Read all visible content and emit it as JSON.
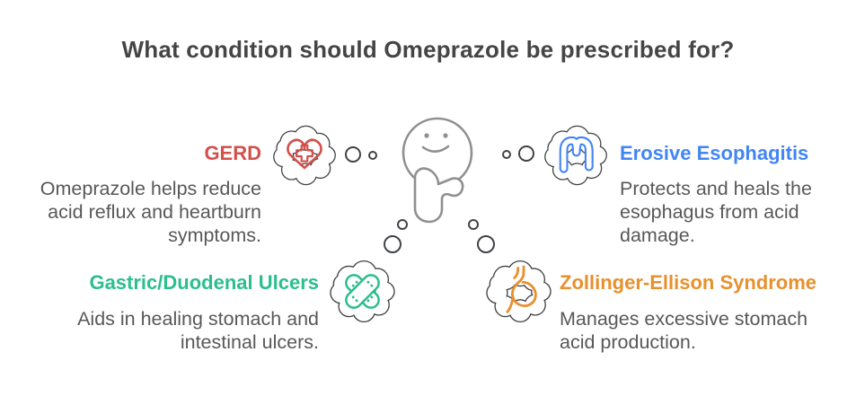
{
  "title": "What condition should Omeprazole be prescribed for?",
  "center": {
    "icon": "thinking-face-icon"
  },
  "colors": {
    "gerd": "#d3504b",
    "erosive_esophagitis": "#4285f4",
    "gastric_duodenal_ulcers": "#2cbe8e",
    "zollinger_ellison": "#e8902e",
    "title_text": "#454545",
    "body_text": "#58585a",
    "cloud_outline": "#404347",
    "face_outline": "#8f9092"
  },
  "items": [
    {
      "label": "GERD",
      "icon": "heart-medical-cross-icon",
      "lines": [
        "Omeprazole helps reduce",
        "acid reflux and heartburn",
        "symptoms."
      ]
    },
    {
      "label": "Erosive Esophagitis",
      "icon": "intestine-icon",
      "lines": [
        "Protects and heals the",
        "esophagus from acid",
        "damage."
      ]
    },
    {
      "label": "Gastric/Duodenal Ulcers",
      "icon": "crossed-bandages-icon",
      "lines": [
        "Aids in healing stomach and",
        "intestinal ulcers."
      ]
    },
    {
      "label": "Zollinger-Ellison Syndrome",
      "icon": "stomach-icon",
      "lines": [
        "Manages excessive stomach",
        "acid production."
      ]
    }
  ]
}
